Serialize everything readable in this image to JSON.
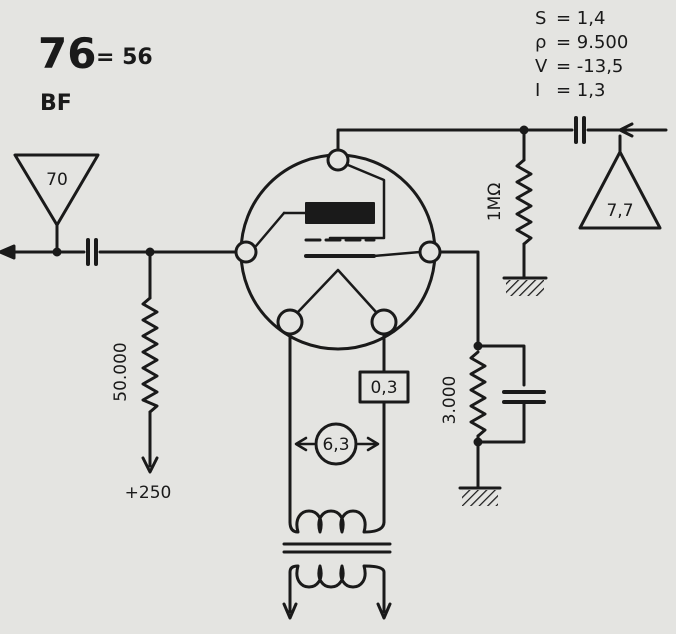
{
  "tube": {
    "number": "76",
    "equivalent": "= 56",
    "function": "BF"
  },
  "parameters": [
    {
      "symbol": "S",
      "value": "= 1,4"
    },
    {
      "symbol": "ρ",
      "value": "= 9.500"
    },
    {
      "symbol": "V",
      "value": "= -13,5"
    },
    {
      "symbol": "I",
      "value": "= 1,3"
    }
  ],
  "connections": {
    "input_from": "70",
    "output_to": "7,7"
  },
  "components": {
    "grid_leak": "50.000",
    "anode_resistor": "1MΩ",
    "cathode_resistor": "3.000",
    "filament_current": "0,3",
    "filament_voltage": "6,3",
    "supply": "+250"
  },
  "colors": {
    "ink": "#1a1a1a",
    "paper": "#e4e4e1"
  }
}
